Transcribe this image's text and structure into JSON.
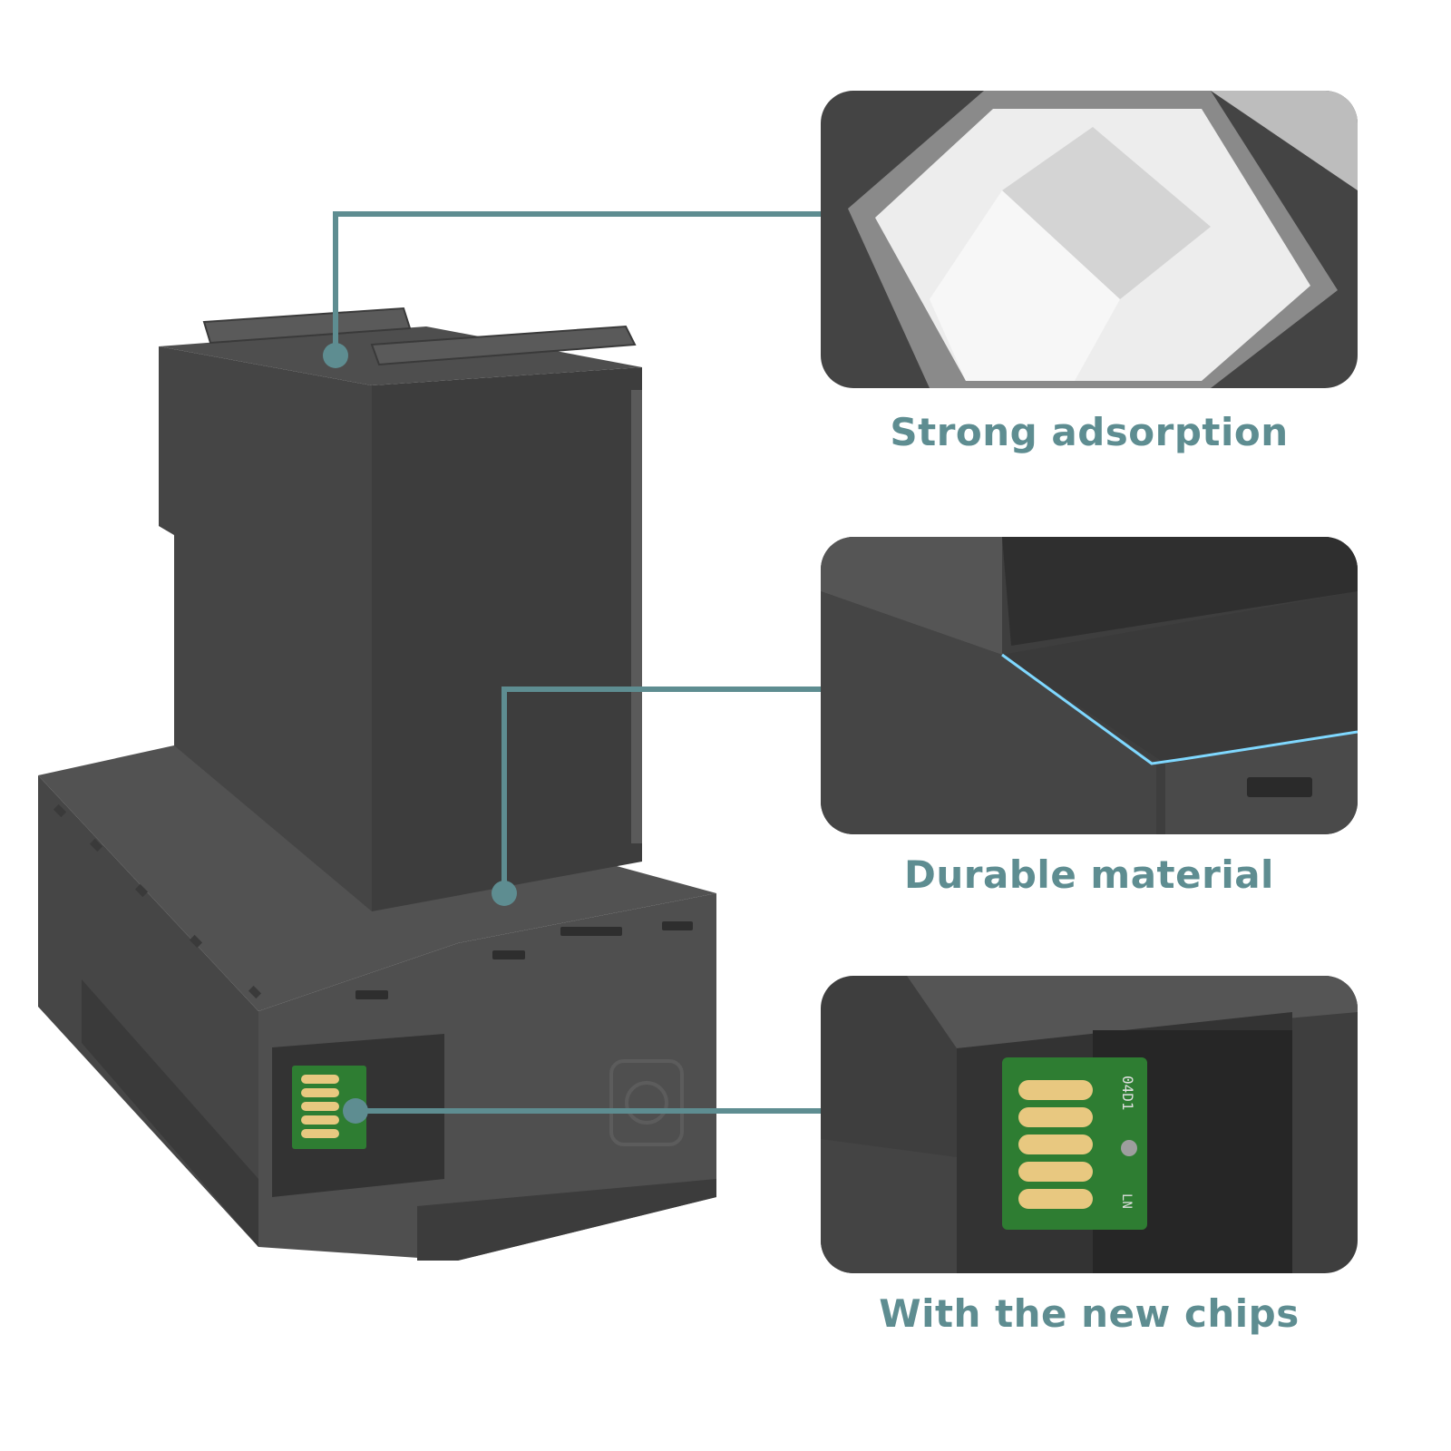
{
  "colors": {
    "accent": "#5e8d91",
    "cartridge_dark": "#4a4a4a",
    "cartridge_mid": "#555555",
    "panel_bg": "#3f3f3f",
    "chip_green": "#2e7d32",
    "chip_contact": "#e8c880",
    "foam_white": "#f0f0f0",
    "edge_blue": "#7fd8ff"
  },
  "features": [
    {
      "label": "Strong adsorption",
      "icon": "foam-pad-closeup"
    },
    {
      "label": "Durable material",
      "icon": "casing-edge-closeup"
    },
    {
      "label": "With the new chips",
      "icon": "chip-closeup"
    }
  ],
  "chip_markings": {
    "code": "04D1",
    "mark": "LN"
  }
}
